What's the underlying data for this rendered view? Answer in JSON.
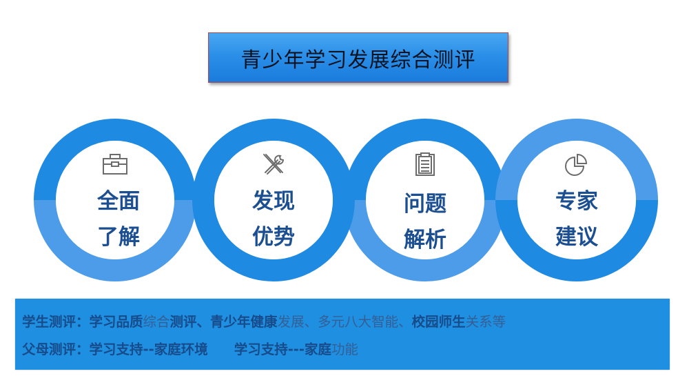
{
  "title": "青少年学习发展综合测评",
  "colors": {
    "ring_dark": "#1f8ae2",
    "ring_light": "#4c9ce9",
    "label_text": "#1b4f91",
    "banner_bg": "#1f8fe2",
    "title_bg": "#2b8fe8",
    "icon_stroke": "#6b6b6b"
  },
  "circles": [
    {
      "icon": "toolbox-icon",
      "line1": "全面",
      "line2": "了解"
    },
    {
      "icon": "tools-icon",
      "line1": "发现",
      "line2": "优势"
    },
    {
      "icon": "clipboard-icon",
      "line1": "问题",
      "line2": "解析"
    },
    {
      "icon": "pie-chart-icon",
      "line1": "专家",
      "line2": "建议"
    }
  ],
  "banner": {
    "student": {
      "label": "学生测评：",
      "seg1_bold": "学习品质",
      "seg2": "综合",
      "seg3_bold": "测评、青少年健康",
      "seg4": "发展、多元八大智能、",
      "seg5_bold": "校园师生",
      "seg6": "关系等"
    },
    "parent": {
      "label": "父母测评：",
      "item1": "学习支持--家庭环境",
      "item2_bold": "学习支持---家庭",
      "item2_rest": "功能"
    }
  }
}
